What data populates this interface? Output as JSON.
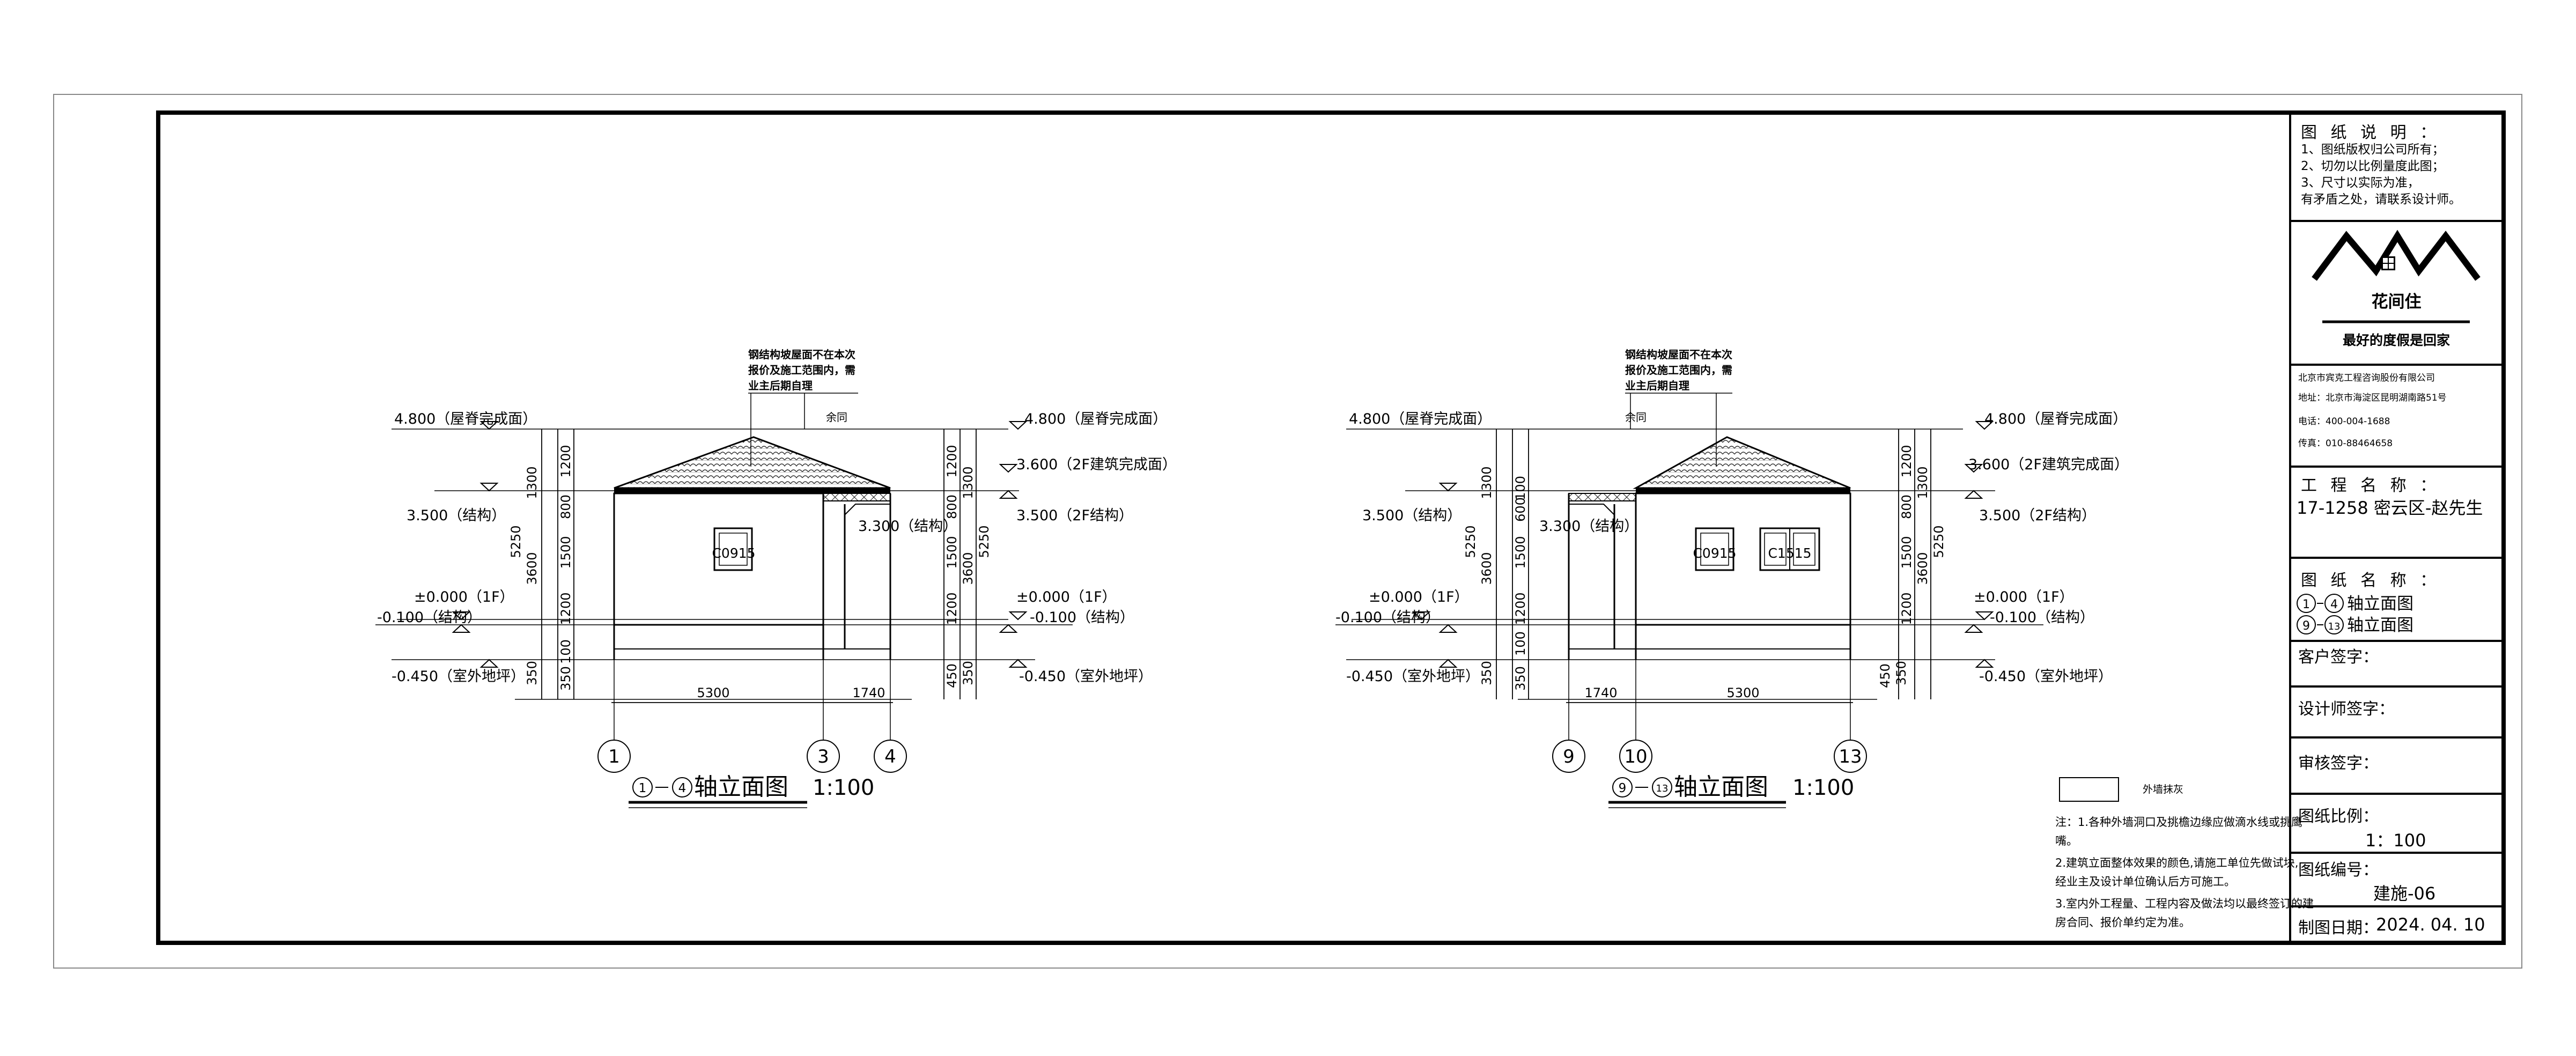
{
  "title_block": {
    "notes_title": "图 纸 说 明 ：",
    "notes": [
      "1、图纸版权归公司所有；",
      "2、切勿以比例量度此图；",
      "3、尺寸以实际为准，",
      "有矛盾之处，请联系设计师。"
    ],
    "logo_name": "花间住",
    "slogan": "最好的度假是回家",
    "company": [
      "北京市宾克工程咨询股份有限公司",
      "地址：北京市海淀区昆明湖南路51号",
      "电话：400-004-1688",
      "传真：010-88464658"
    ],
    "project_label": "工 程 名 称 ：",
    "project_name": "17-1258   密云区-赵先生",
    "drawing_label": "图 纸 名 称 ：",
    "drawing_names": [
      {
        "a": "1",
        "b": "4",
        "text": "轴立面图"
      },
      {
        "a": "9",
        "b": "13",
        "text": "轴立面图"
      }
    ],
    "client_sign": "客户签字：",
    "designer_sign": "设计师签字：",
    "review_sign": "审核签字：",
    "scale_label": "图纸比例：",
    "scale_value": "1：100",
    "number_label": "图纸编号：",
    "number_value": "建施-06",
    "date_label": "制图日期：",
    "date_value": "2024. 04. 10"
  },
  "legend": {
    "label": "外墙抹灰"
  },
  "notes": [
    "注：1.各种外墙洞口及挑檐边缘应做滴水线或挑鹰",
    "嘴。",
    "2.建筑立面整体效果的颜色,请施工单位先做试块,",
    "经业主及设计单位确认后方可施工。",
    "3.室内外工程量、工程内容及做法均以最终签订的建",
    "房合同、报价单约定为准。"
  ],
  "elevations": [
    {
      "title_a": "1",
      "title_b": "4",
      "title_text": "轴立面图",
      "scale": "1:100",
      "annotation": [
        "钢结构坡屋面不在本次",
        "报价及施工范围内，需",
        "业主后期自理"
      ],
      "yutong": "余同",
      "levels": {
        "roof": "4.800（屋脊完成面）",
        "struct35": "3.500（结构）",
        "floor2": "3.600（2F建筑完成面）",
        "struct2": "3.500（2F结构）",
        "eave": "3.300（结构）",
        "zero": "±0.000（1F）",
        "m01": "-0.100（结构）",
        "m045": "-0.450（室外地坪）"
      },
      "left_dims_outer": [
        "1300",
        "3600",
        "350"
      ],
      "left_dims_total": "5250",
      "left_dims_inner": [
        "1200",
        "800",
        "1500",
        "1200",
        "100",
        "350"
      ],
      "right_dims_inner": [
        "1200",
        "800",
        "1500",
        "1200",
        "450"
      ],
      "right_dims_outer": [
        "1300",
        "3600",
        "350"
      ],
      "right_dims_total": "5250",
      "spans": [
        "5300",
        "1740"
      ],
      "axes": [
        "1",
        "3",
        "4"
      ],
      "windows": [
        "C0915"
      ]
    },
    {
      "title_a": "9",
      "title_b": "13",
      "title_text": "轴立面图",
      "scale": "1:100",
      "annotation": [
        "钢结构坡屋面不在本次",
        "报价及施工范围内，需",
        "业主后期自理"
      ],
      "yutong": "余同",
      "levels": {
        "roof_l": "4.800（屋脊完成面）",
        "struct35": "3.500（结构）",
        "eave": "3.300（结构）",
        "zero": "±0.000（1F）",
        "m01": "-0.100（结构）",
        "m045": "-0.450（室外地坪）",
        "roof_r": "4.800（屋脊完成面）",
        "floor2": "3.600（2F建筑完成面）",
        "struct2": "3.500（2F结构）",
        "zero_r": "±0.000（1F）",
        "m01_r": "-0.100（结构）",
        "m045_r": "-0.450（室外地坪）"
      },
      "left_dims_outer": [
        "1300",
        "3600",
        "350"
      ],
      "left_dims_total": "5250",
      "left_dims_inner": [
        "100",
        "600",
        "1500",
        "1200",
        "100",
        "350"
      ],
      "right_dims_inner": [
        "1200",
        "800",
        "1500",
        "1200",
        "450"
      ],
      "right_dims_outer": [
        "1300",
        "3600",
        "350"
      ],
      "right_dims_total": "5250",
      "spans": [
        "1740",
        "5300"
      ],
      "axes": [
        "9",
        "10",
        "13"
      ],
      "windows": [
        "C0915",
        "C1515"
      ]
    }
  ]
}
